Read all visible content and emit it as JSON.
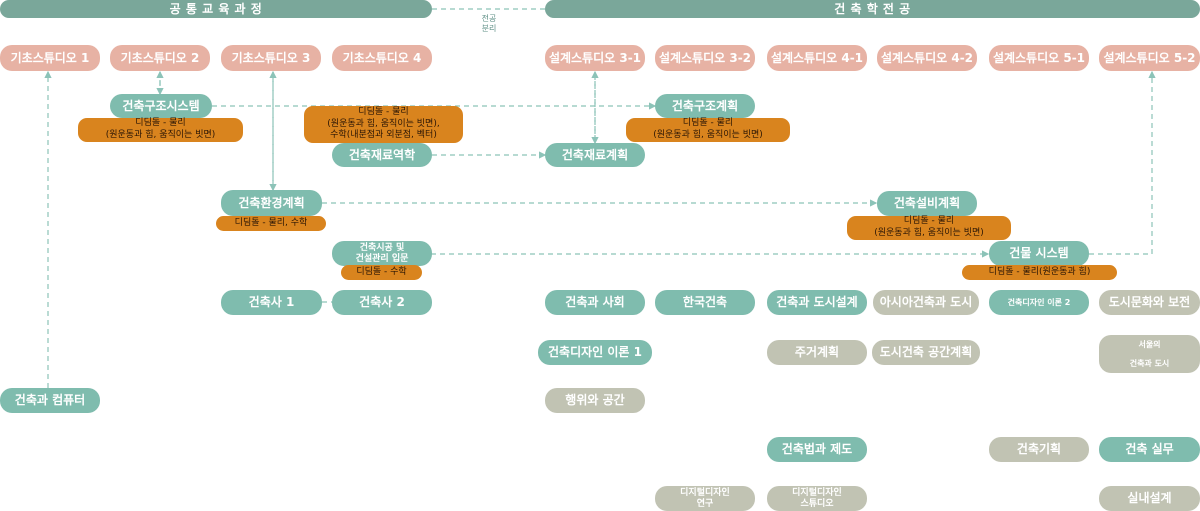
{
  "headers": {
    "common": "공          통          교          육          과          정",
    "major": "건                              축                              학                              전                              공",
    "split_note": "전공\n분리"
  },
  "nodes": {
    "basic1": "기초스튜디오  1",
    "basic2": "기초스튜디오  2",
    "basic3": "기초스튜디오  3",
    "basic4": "기초스튜디오  4",
    "design31": "설계스튜디오 3-1",
    "design32": "설계스튜디오 3-2",
    "design41": "설계스튜디오 4-1",
    "design42": "설계스튜디오 4-2",
    "design51": "설계스튜디오 5-1",
    "design52": "설계스튜디오 5-2",
    "struct_sys": "건축구조시스템",
    "struct_sys_note": "디딤돌 - 물리\n(원운동과 힘, 움직이는 빗면)",
    "center_note": "디딤돌 - 물리\n(원운동과 힘, 움직이는 빗면),\n수학(내분점과 외분점, 벡터)",
    "struct_plan": "건축구조계획",
    "struct_plan_note": "디딤돌 - 물리\n(원운동과 힘, 움직이는 빗면)",
    "mat_mech": "건축재료역학",
    "mat_plan": "건축재료계획",
    "env_plan": "건축환경계획",
    "env_plan_note": "디딤돌 - 물리, 수학",
    "equip_plan": "건축설비계획",
    "equip_plan_note": "디딤돌 - 물리\n(원운동과 힘, 움직이는 빗면)",
    "construct": "건축시공 및\n건설관리 입문",
    "construct_note": "디딤돌 - 수학",
    "building_sys": "건물 시스템",
    "building_sys_note": "디딤돌 - 물리(원운동과 힘)",
    "history1": "건축사 1",
    "history2": "건축사 2",
    "society": "건축과 사회",
    "korean": "한국건축",
    "urban_design": "건축과 도시설계",
    "asia_city": "아시아건축과 도시",
    "theory2": "건축디자인 이론 2",
    "conservation": "도시문화와 보전",
    "theory1": "건축디자인 이론 1",
    "housing": "주거계획",
    "urban_space": "도시건축 공간계획",
    "seoul": "서울의\n\n건축과 도시",
    "computer": "건축과 컴퓨터",
    "behavior": "행위와 공간",
    "law": "건축법과 제도",
    "planning": "건축기획",
    "practice": "건축 실무",
    "digital_research": "디지털디자인\n연구",
    "digital_studio": "디지털디자인\n스튜디오",
    "interior": "실내설계"
  },
  "colors": {
    "header": "#7aa79a",
    "basic_studio": "#e7b2a4",
    "core_course": "#7fbcae",
    "elective": "#c1c3b3",
    "steppingstone": "#d9841e",
    "connector": "#8cc3b8"
  }
}
